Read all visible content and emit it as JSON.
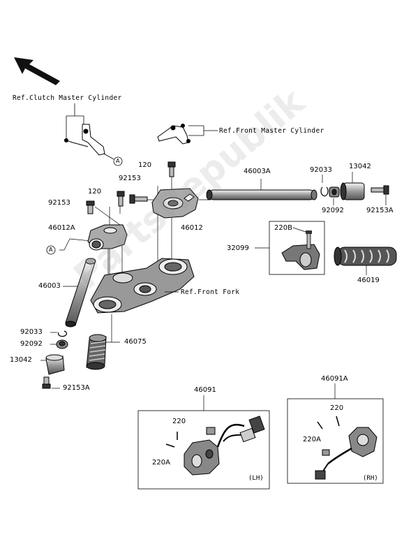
{
  "refs": {
    "clutch": "Ref.Clutch Master Cylinder",
    "front_master": "Ref.Front Master Cylinder",
    "front_fork": "Ref.Front Fork"
  },
  "callout_letter": "A",
  "parts": {
    "p120_top": "120",
    "p92153_top": "92153",
    "p120_left": "120",
    "p92153_left": "92153",
    "p46012A": "46012A",
    "p46012": "46012",
    "p46003A": "46003A",
    "p92033_top": "92033",
    "p13042_top": "13042",
    "p92092_top": "92092",
    "p92153A_top": "92153A",
    "p220B": "220B",
    "p32099": "32099",
    "p46019": "46019",
    "p46003": "46003",
    "p92033_left": "92033",
    "p92092_left": "92092",
    "p46075": "46075",
    "p13042_left": "13042",
    "p92153A_left": "92153A",
    "p46091": "46091",
    "p46091A": "46091A",
    "lh_220": "220",
    "lh_220A": "220A",
    "rh_220": "220",
    "rh_220A": "220A"
  },
  "switch_boxes": {
    "lh_tag": "(LH)",
    "rh_tag": "(RH)"
  },
  "watermark": "PartsRepublik"
}
